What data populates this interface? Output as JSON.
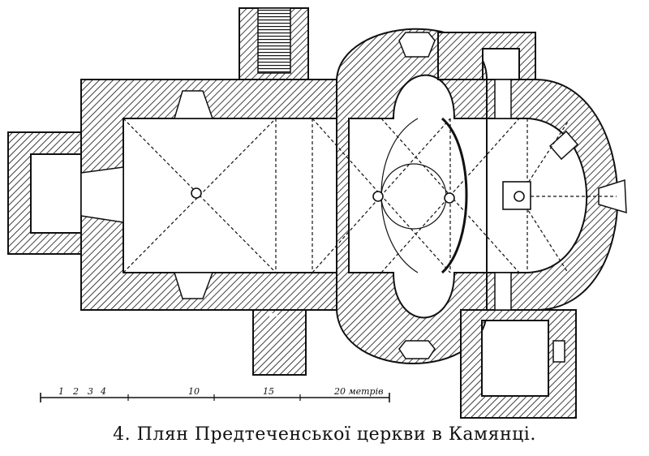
{
  "caption": "4. Плян Предтеченської церкви в Камянці.",
  "scale_bar": {
    "ticks": [
      "1",
      "2",
      "3",
      "4",
      "10",
      "15",
      "20 метрів"
    ]
  },
  "colors": {
    "ink": "#111111",
    "paper": "#ffffff"
  }
}
